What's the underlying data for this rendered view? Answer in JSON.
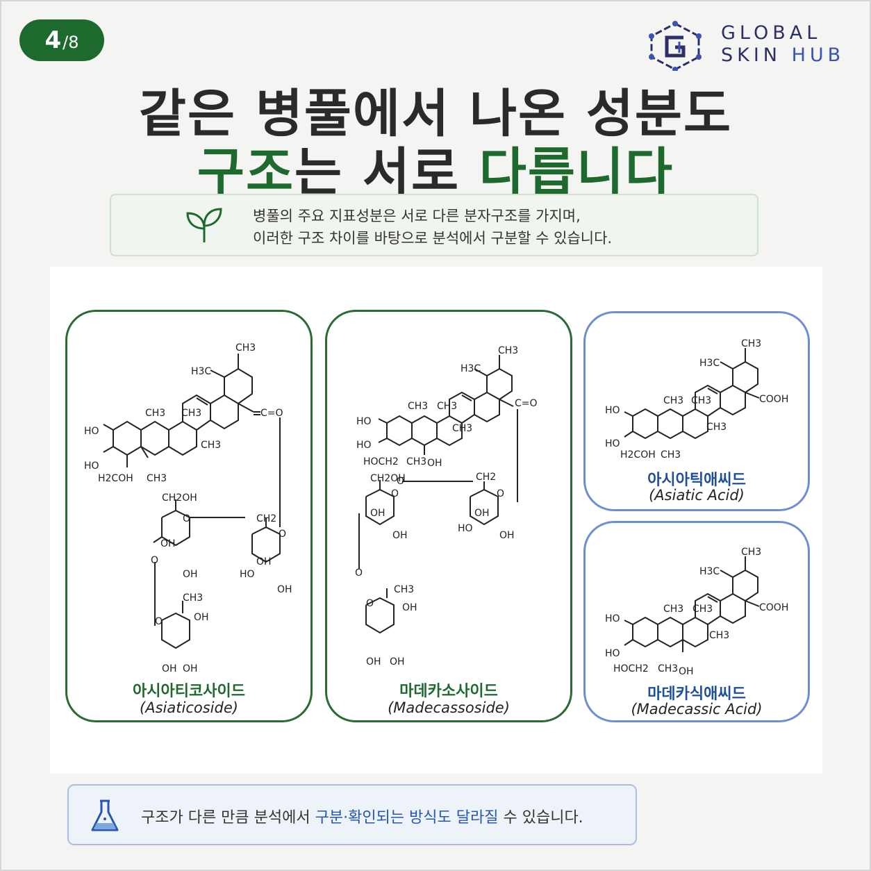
{
  "page": {
    "current": "4",
    "total": "/8"
  },
  "logo": {
    "line1": "GLOBAL",
    "line2_a": "SKIN",
    "line2_b": "HUB"
  },
  "headline": {
    "line1": "같은 병풀에서 나온 성분도",
    "line2_green_a": "구조",
    "line2_mid": "는 서로 ",
    "line2_green_b": "다릅니다"
  },
  "info": {
    "line1": "병풀의 주요 지표성분은 서로 다른 분자구조를 가지며,",
    "line2": "이러한 구조 차이를 바탕으로 분석에서 구분할 수 있습니다."
  },
  "compounds": [
    {
      "name": "아시아티코사이드",
      "latin": "(Asiaticoside)"
    },
    {
      "name": "마데카소사이드",
      "latin": "(Madecassoside)"
    },
    {
      "name": "아시아틱애씨드",
      "latin": "(Asiatic Acid)"
    },
    {
      "name": "마데카식애씨드",
      "latin": "(Madecassic Acid)"
    }
  ],
  "labels": {
    "ch3": "CH3",
    "h3c": "H3C",
    "ho": "HO",
    "oh": "OH",
    "h2coh": "H2COH",
    "hoch2": "HOCH2",
    "ch2oh": "CH2OH",
    "ch2": "CH2",
    "o": "O",
    "co": "C=O",
    "cooh": "COOH"
  },
  "bottom": {
    "text_a": "구조가 다른 만큼 분석에서 ",
    "text_hl": "구분·확인되는 방식도 달라질",
    "text_b": " 수 있습니다."
  },
  "colors": {
    "green": "#1e6a2e",
    "blue": "#2357b0",
    "card_blue_border": "#6d8fce"
  }
}
